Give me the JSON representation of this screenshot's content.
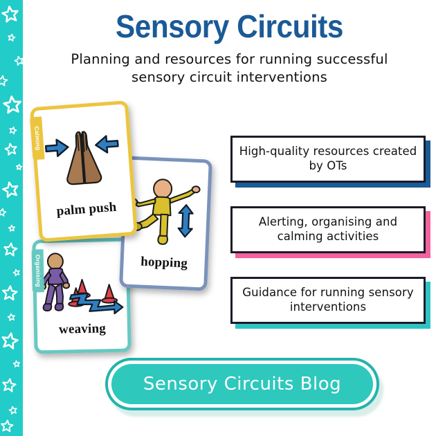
{
  "header": {
    "title": "Sensory Circuits",
    "subtitle": "Planning and resources for running successful sensory circuit interventions",
    "title_color": "#1a5a96"
  },
  "sidebar": {
    "background_color": "#22ccc8",
    "decoration": "white-star-outlines"
  },
  "cards": [
    {
      "id": "palm",
      "tab_label": "Calming",
      "label": "palm push",
      "border_color": "#ecc53f",
      "tab_color": "#ecc53f",
      "art": "praying-hands-with-arrows"
    },
    {
      "id": "hopping",
      "tab_label": "",
      "label": "hopping",
      "border_color": "#7a92bb",
      "tab_color": "",
      "art": "hopping-figure-with-up-down-arrow"
    },
    {
      "id": "weaving",
      "tab_label": "Organising",
      "label": "weaving",
      "border_color": "#66c9c1",
      "tab_color": "#66c9c1",
      "art": "figure-weaving-through-cones"
    }
  ],
  "features": [
    {
      "text": "High-quality resources created by OTs",
      "shadow_color": "#1a5a96"
    },
    {
      "text": "Alerting, organising and calming activities",
      "shadow_color": "#f4639e"
    },
    {
      "text": "Guidance for running sensory interventions",
      "shadow_color": "#2ec4c4"
    }
  ],
  "cta": {
    "label": "Sensory Circuits Blog",
    "fill_color": "#2ec8bd",
    "ring_color": "#ffffff",
    "outer_color": "#23b4ab"
  }
}
